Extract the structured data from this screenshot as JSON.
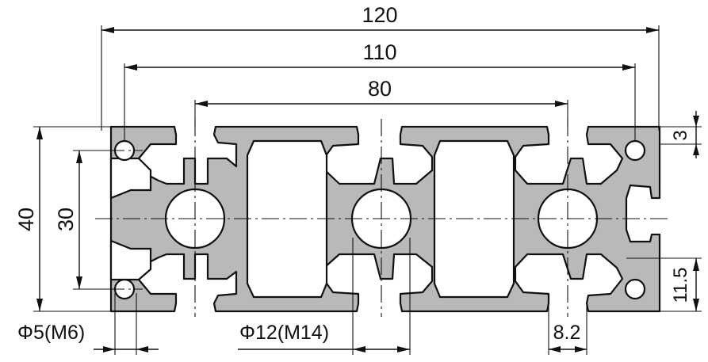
{
  "dimensions": {
    "overall_width": "120",
    "slot_pitch_outer": "110",
    "slot_pitch_inner": "80",
    "overall_height": "40",
    "hole_pitch_vertical": "30",
    "slot_depth": "3",
    "slot_offset": "11.5",
    "small_hole": "Φ5(M6)",
    "center_hole": "Φ12(M14)",
    "slot_width": "8.2"
  },
  "colors": {
    "profile_fill": "#b9b9b9",
    "line": "#111111",
    "background": "#ffffff"
  }
}
